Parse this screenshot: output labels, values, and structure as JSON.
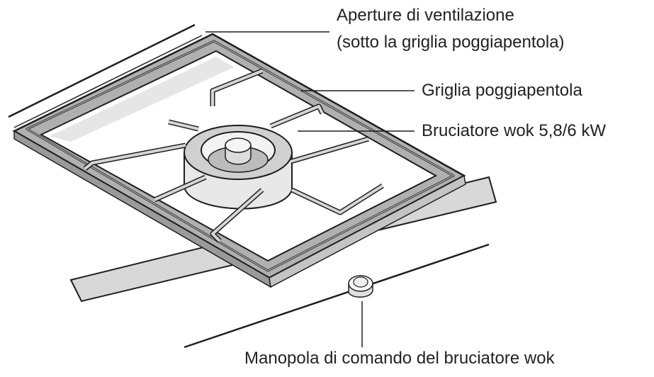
{
  "labels": {
    "vents_line1": "Aperture di ventilazione",
    "vents_line2": "(sotto la griglia poggiapentola)",
    "grate": "Griglia poggiapentola",
    "burner": "Bruciatore wok 5,8/6 kW",
    "knob": "Manopola di comando del bruciatore wok"
  },
  "colors": {
    "frame": "#b0b0b0",
    "shade": "#d6d6d6",
    "line": "#1e1e1e",
    "text": "#222222"
  }
}
